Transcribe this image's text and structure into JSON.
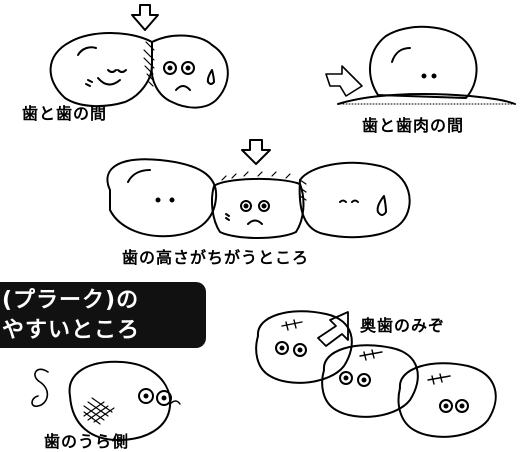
{
  "labels": {
    "between_teeth": "歯と歯の間",
    "teeth_gum_boundary": "歯と歯肉の間",
    "uneven_height": "歯の高さがちがうところ",
    "molar_grooves": "奥歯のみぞ",
    "back_of_teeth": "歯のうら側"
  },
  "banner": {
    "line1": "(プラーク)の",
    "line2": "やすいところ"
  }
}
